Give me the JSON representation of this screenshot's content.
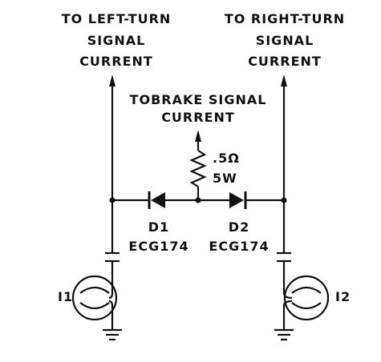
{
  "labels": {
    "left_current": [
      "TO LEFT-TURN",
      "SIGNAL",
      "CURRENT"
    ],
    "right_current": [
      "TO RIGHT-TURN",
      "SIGNAL",
      "CURRENT"
    ],
    "brake_current": [
      "TOBRAKE SIGNAL",
      "CURRENT"
    ],
    "resistor_value": ".5Ω",
    "resistor_power": "5W",
    "d1_name": "D1",
    "d1_part": "ECG174",
    "d2_name": "D2",
    "d2_part": "ECG174",
    "lamp1": "I1",
    "lamp2": "I2"
  }
}
